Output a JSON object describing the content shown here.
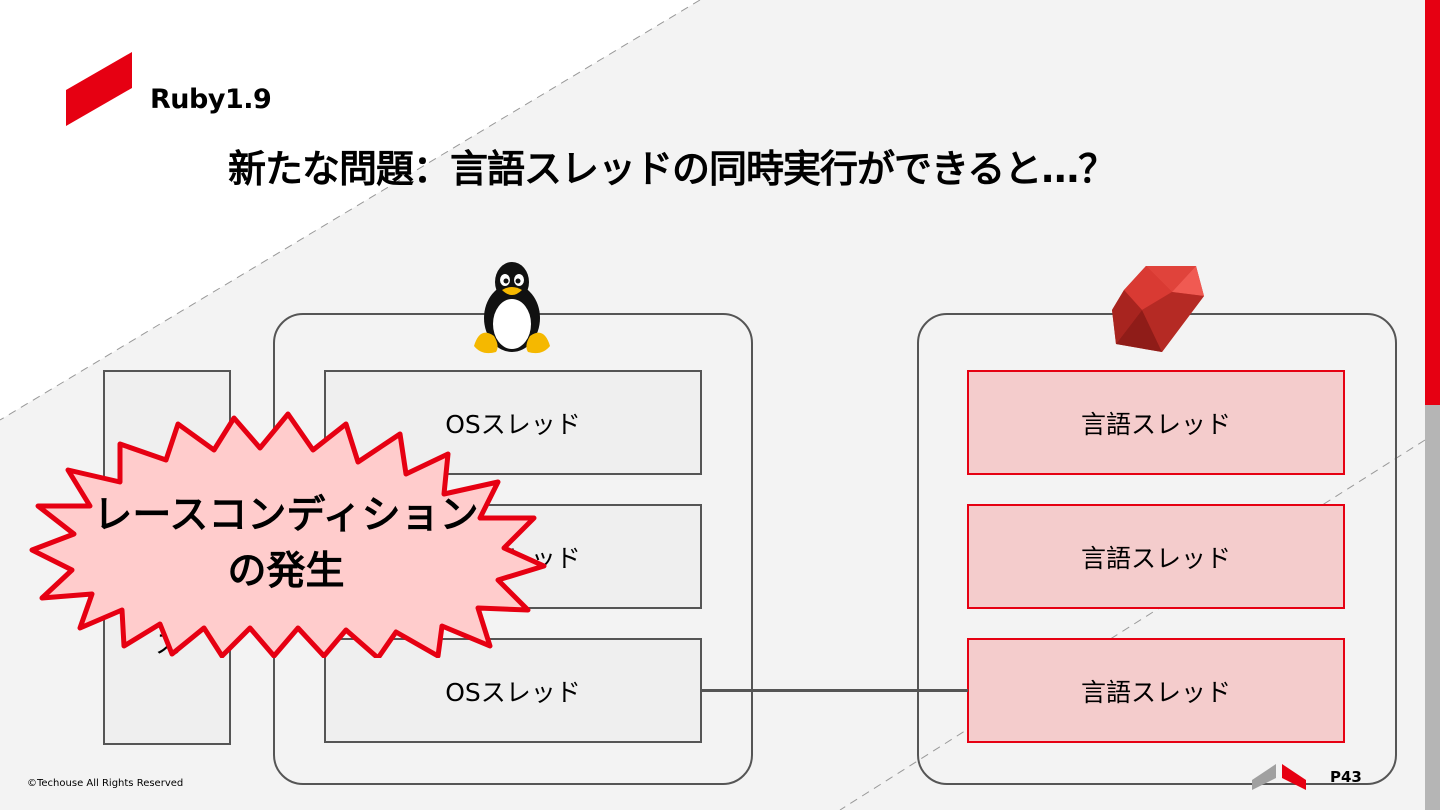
{
  "section_label": "Ruby1.9",
  "title": "新たな問題：言語スレッドの同時実行ができると…？",
  "os_group": {
    "icon": "linux-tux-icon",
    "threads": [
      "OSスレッド",
      "OSスレッド",
      "OSスレッド"
    ]
  },
  "ruby_group": {
    "icon": "ruby-gem-icon",
    "threads": [
      "言語スレッド",
      "言語スレッド",
      "言語スレッド"
    ]
  },
  "external_box_glyph": "ス",
  "callout": {
    "line1": "レースコンディション",
    "line2": "の発生"
  },
  "footer": {
    "copyright": "©Techouse All Rights Reserved",
    "page": "P43"
  },
  "colors": {
    "accent": "#e60012",
    "lang_thread_fill": "#f4cccc",
    "os_thread_fill": "#efefef",
    "callout_fill": "#ffcccc"
  }
}
